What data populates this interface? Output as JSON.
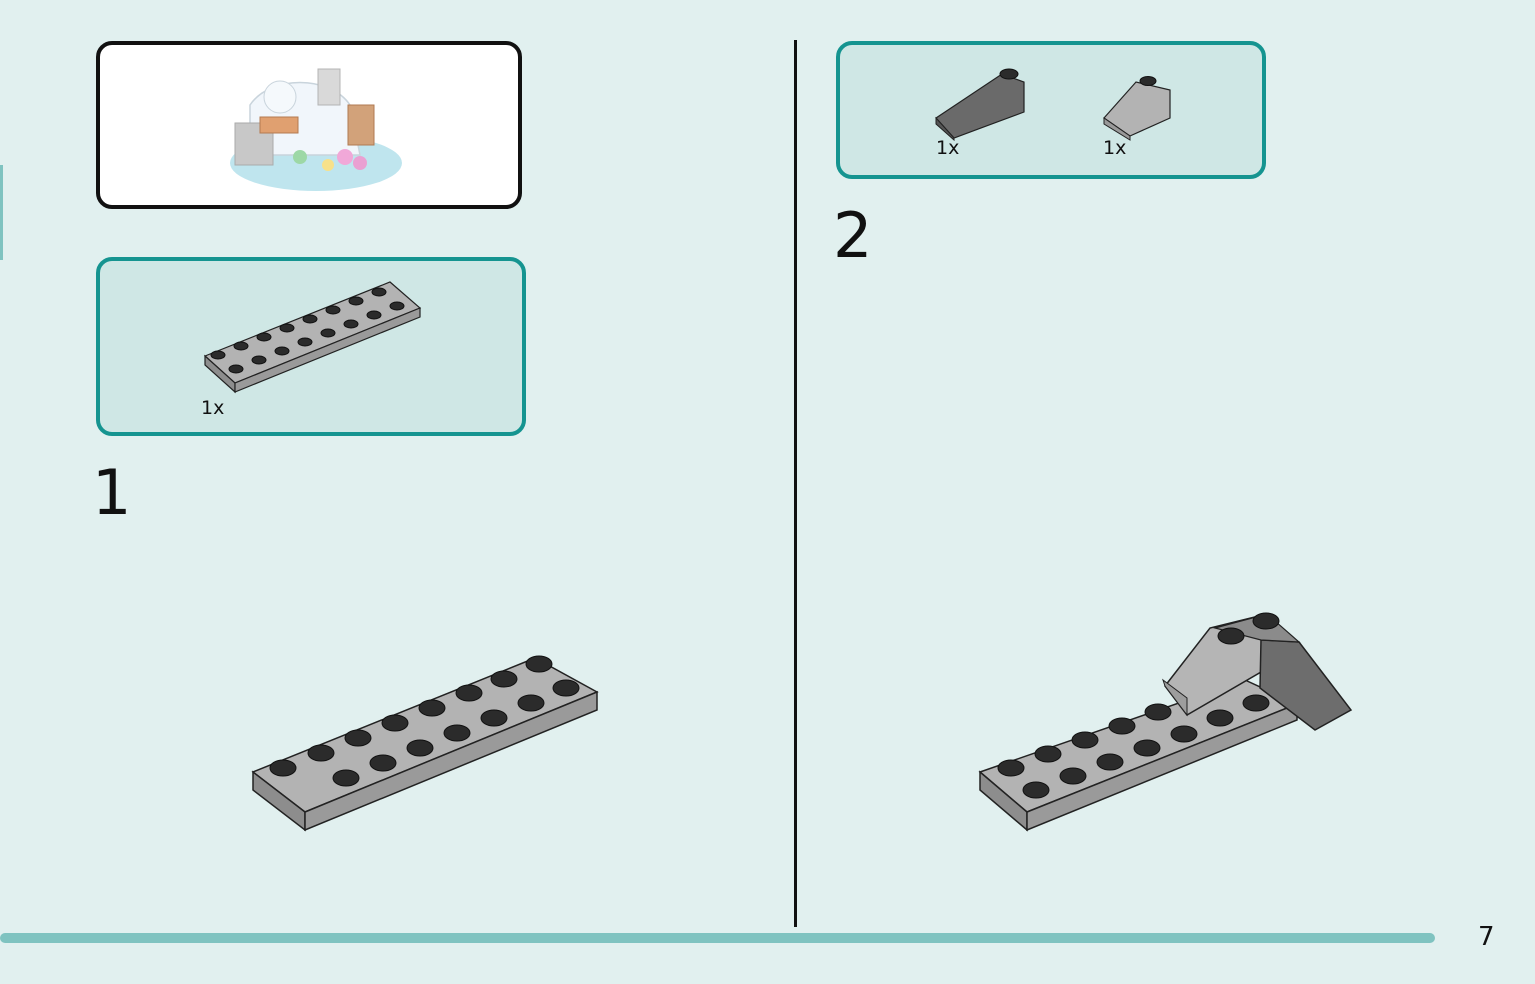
{
  "preview": {
    "label": "model preview"
  },
  "step1": {
    "number": "1",
    "parts": [
      {
        "qty": "1x",
        "part": "plate-2x8-gray"
      }
    ]
  },
  "step2": {
    "number": "2",
    "parts": [
      {
        "qty": "1x",
        "part": "slope-dark-gray"
      },
      {
        "qty": "1x",
        "part": "slope-light-gray"
      }
    ]
  },
  "page": {
    "number": "7"
  },
  "colors": {
    "background": "#e1f0ef",
    "parts_box_border": "#159490",
    "parts_box_fill": "#cfe7e5",
    "bar": "#7fc3c0",
    "plate_gray": "#a9a9a9",
    "dark_gray": "#6a6a6a",
    "stud": "#2b2b2b"
  }
}
